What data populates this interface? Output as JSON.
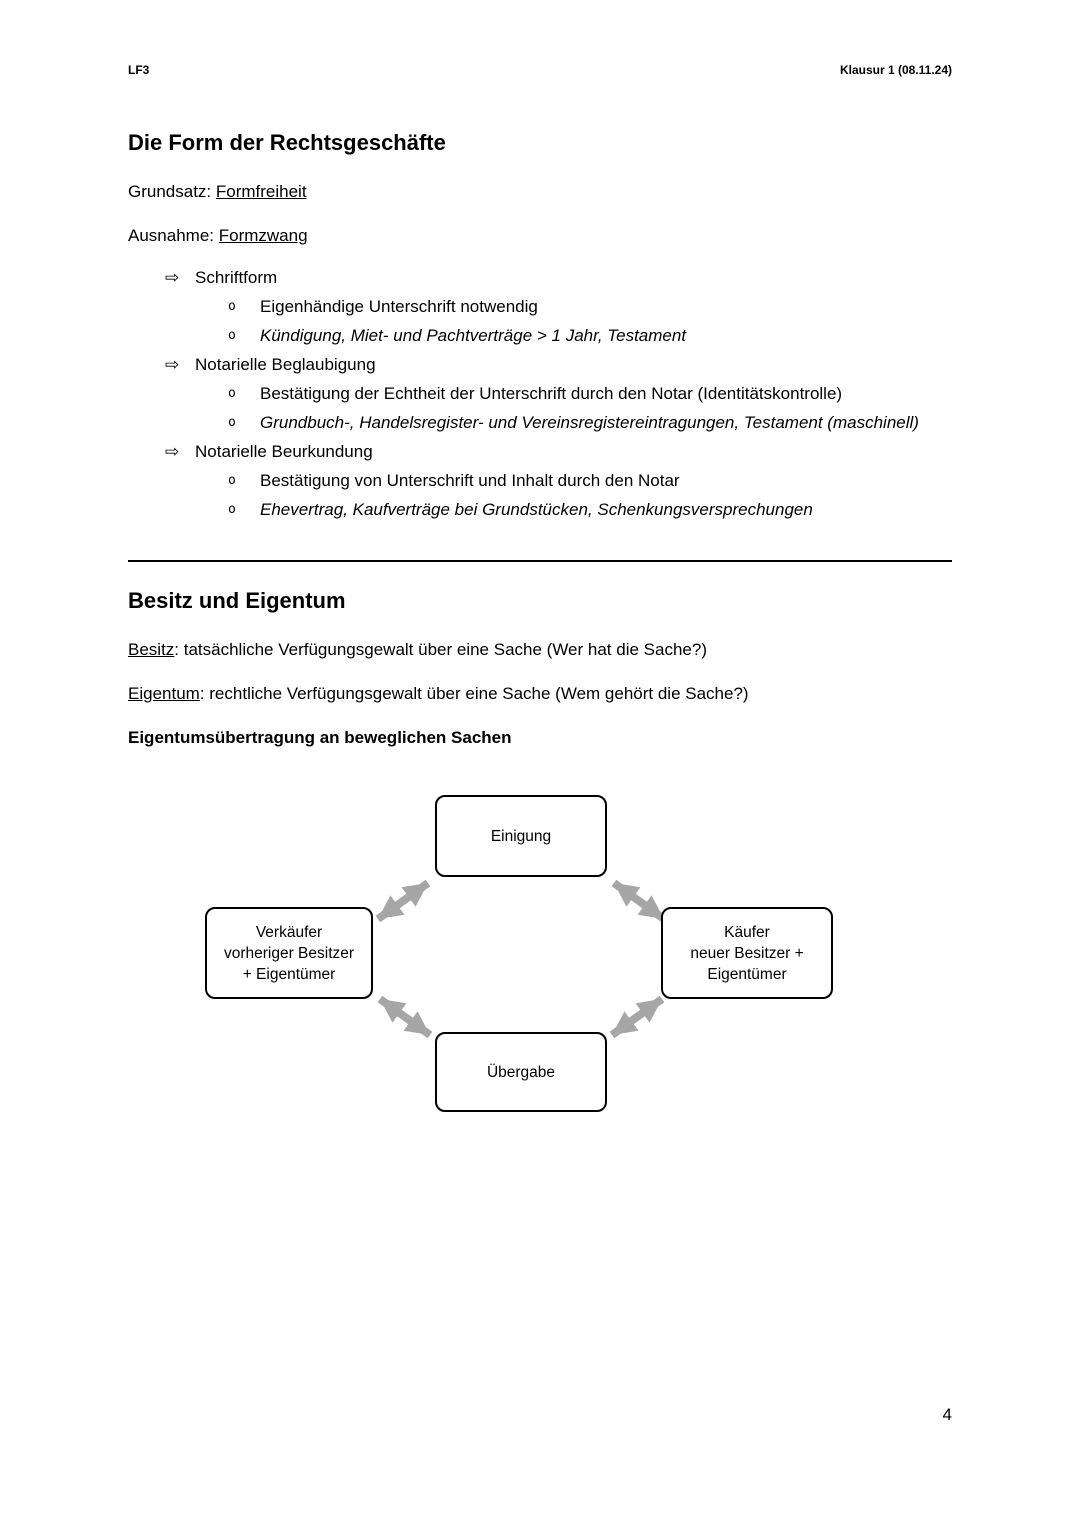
{
  "header": {
    "left": "LF3",
    "right": "Klausur 1 (08.11.24)"
  },
  "form_section": {
    "title": "Die Form der Rechtsgeschäfte",
    "grundsatz_label": "Grundsatz: ",
    "grundsatz_value": "Formfreiheit",
    "ausnahme_label": "Ausnahme: ",
    "ausnahme_value": "Formzwang",
    "bullet": "⇨",
    "sub_bullet": "o",
    "items": [
      {
        "label": "Schriftform",
        "subs": [
          "Eigenhändige Unterschrift notwendig",
          "Kündigung, Miet- und Pachtverträge > 1 Jahr, Testament"
        ]
      },
      {
        "label": "Notarielle Beglaubigung",
        "subs": [
          "Bestätigung der Echtheit der Unterschrift durch den Notar (Identitätskontrolle)",
          "Grundbuch-, Handelsregister- und Vereinsregistereintragungen, Testament (maschinell)"
        ]
      },
      {
        "label": "Notarielle Beurkundung",
        "subs": [
          "Bestätigung von Unterschrift und Inhalt durch den Notar",
          "Ehevertrag, Kaufverträge bei Grundstücken, Schenkungsversprechungen"
        ]
      }
    ]
  },
  "besitz_section": {
    "title": "Besitz und Eigentum",
    "besitz_term": "Besitz",
    "besitz_text": ": tatsächliche Verfügungsgewalt über eine Sache (Wer hat die Sache?)",
    "eigentum_term": "Eigentum",
    "eigentum_text": ": rechtliche Verfügungsgewalt über eine Sache (Wem gehört die Sache?)",
    "subtitle": "Eigentumsübertragung an beweglichen Sachen"
  },
  "diagram": {
    "top_box": "Einigung",
    "left_box": {
      "line1": "Verkäufer",
      "line2": "vorheriger Besitzer",
      "line3": "+ Eigentümer"
    },
    "right_box": {
      "line1": "Käufer",
      "line2": "neuer Besitzer +",
      "line3": "Eigentümer"
    },
    "bottom_box": "Übergabe",
    "arrow_color": "#a6a6a6"
  },
  "page": {
    "number": "4"
  }
}
